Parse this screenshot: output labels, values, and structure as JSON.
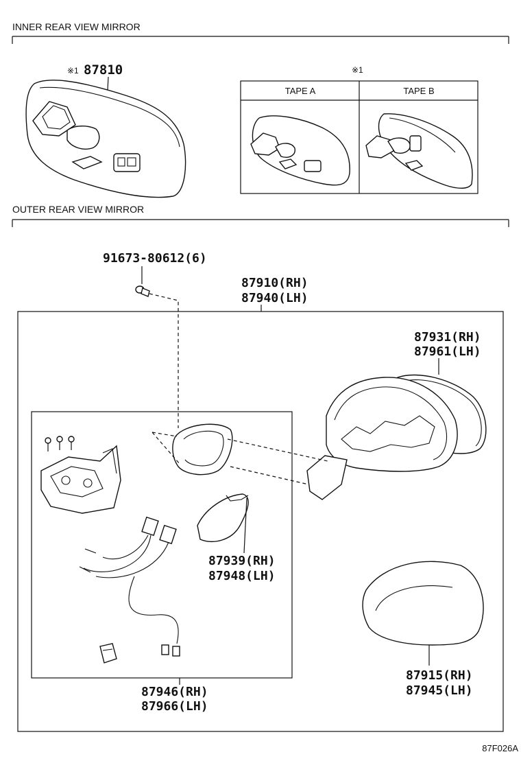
{
  "sections": {
    "inner": {
      "title": "INNER REAR VIEW MIRROR"
    },
    "outer": {
      "title": "OUTER REAR VIEW MIRROR"
    }
  },
  "inner_mirror": {
    "note_mark": "※1",
    "part_number": "87810",
    "tape_note_mark": "※1",
    "tape_a_label": "TAPE A",
    "tape_b_label": "TAPE B"
  },
  "outer_mirror": {
    "screw": "91673-80612(6)",
    "assembly_rh": "87910(RH)",
    "assembly_lh": "87940(LH)",
    "glass_rh": "87931(RH)",
    "glass_lh": "87961(LH)",
    "cover_inner_rh": "87939(RH)",
    "cover_inner_lh": "87948(LH)",
    "cover_outer_rh": "87915(RH)",
    "cover_outer_lh": "87945(LH)",
    "motor_rh": "87946(RH)",
    "motor_lh": "87966(LH)"
  },
  "illustration_code": "87F026A"
}
